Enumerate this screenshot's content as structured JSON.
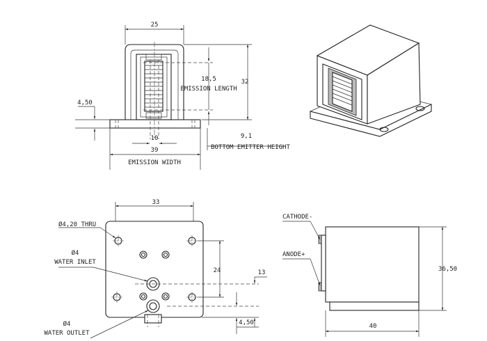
{
  "front": {
    "dim_width": "25",
    "dim_emission_length": "18,5",
    "label_emission_length": "EMISSION LENGTH",
    "dim_height": "32",
    "dim_base": "4,50",
    "dim_10": "10",
    "dim_39": "39",
    "label_emission_width": "EMISSION WIDTH",
    "dim_bottom_emitter": "9,1",
    "label_bottom_emitter": "BOTTOM EMITTER HEIGHT"
  },
  "top": {
    "dim_33": "33",
    "label_thru": "Ø4,20 THRU",
    "label_inlet_dia": "Ø4",
    "label_inlet": "WATER INLET",
    "dim_24": "24",
    "dim_13": "13",
    "dim_450": "4,50",
    "label_outlet_dia": "Ø4",
    "label_outlet": "WATER OUTLET"
  },
  "side": {
    "label_cathode": "CATHODE-",
    "label_anode": "ANODE+",
    "dim_height": "36,50",
    "dim_width": "40"
  }
}
